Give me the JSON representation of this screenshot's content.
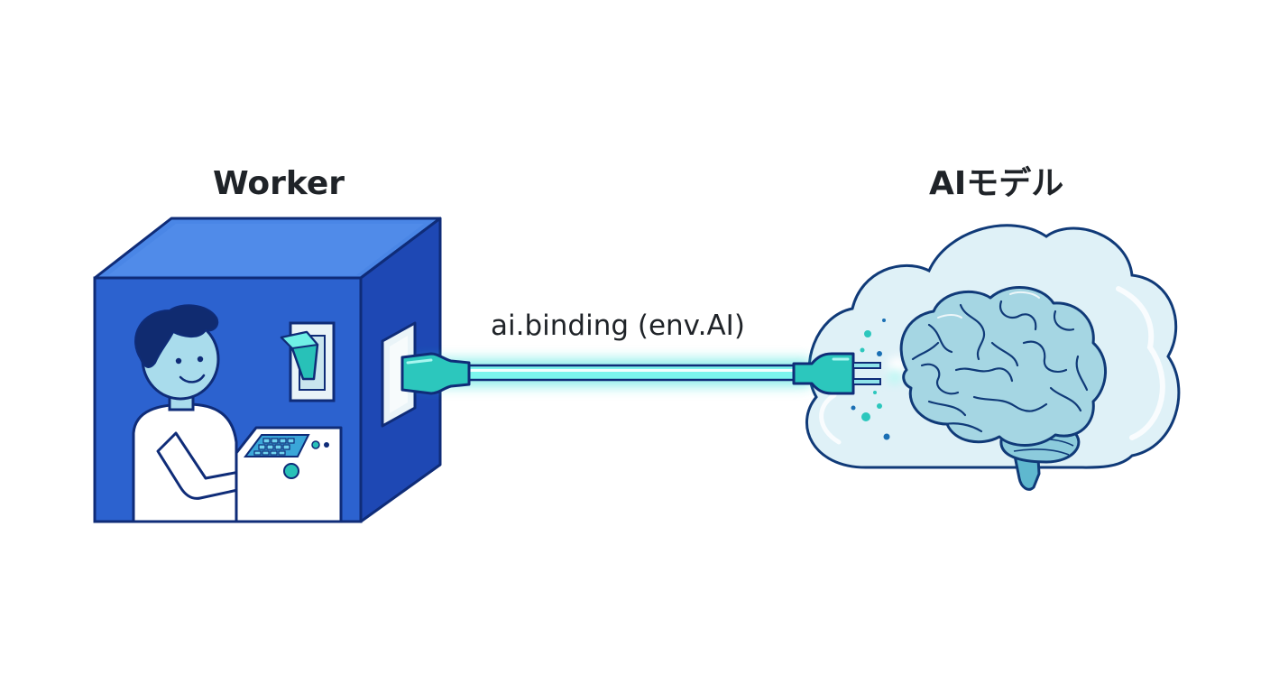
{
  "worker": {
    "label": "Worker"
  },
  "model": {
    "label": "AIモデル"
  },
  "connection": {
    "label": "ai.binding (env.AI)"
  },
  "colors": {
    "box_front": "#2c62cf",
    "box_top": "#4a86e6",
    "box_side": "#1e48b4",
    "outline": "#0f2c78",
    "cable": "#6ff5ec",
    "cable_glow": "#33e3dd",
    "plug": "#2cc7bd",
    "brain": "#9fd0df",
    "cloud": "#dcf0f7"
  },
  "icons": [
    "worker-box-icon",
    "person-icon",
    "control-panel-icon",
    "wall-switch-icon",
    "socket-icon",
    "plug-icon",
    "brain-icon",
    "cloud-icon"
  ]
}
